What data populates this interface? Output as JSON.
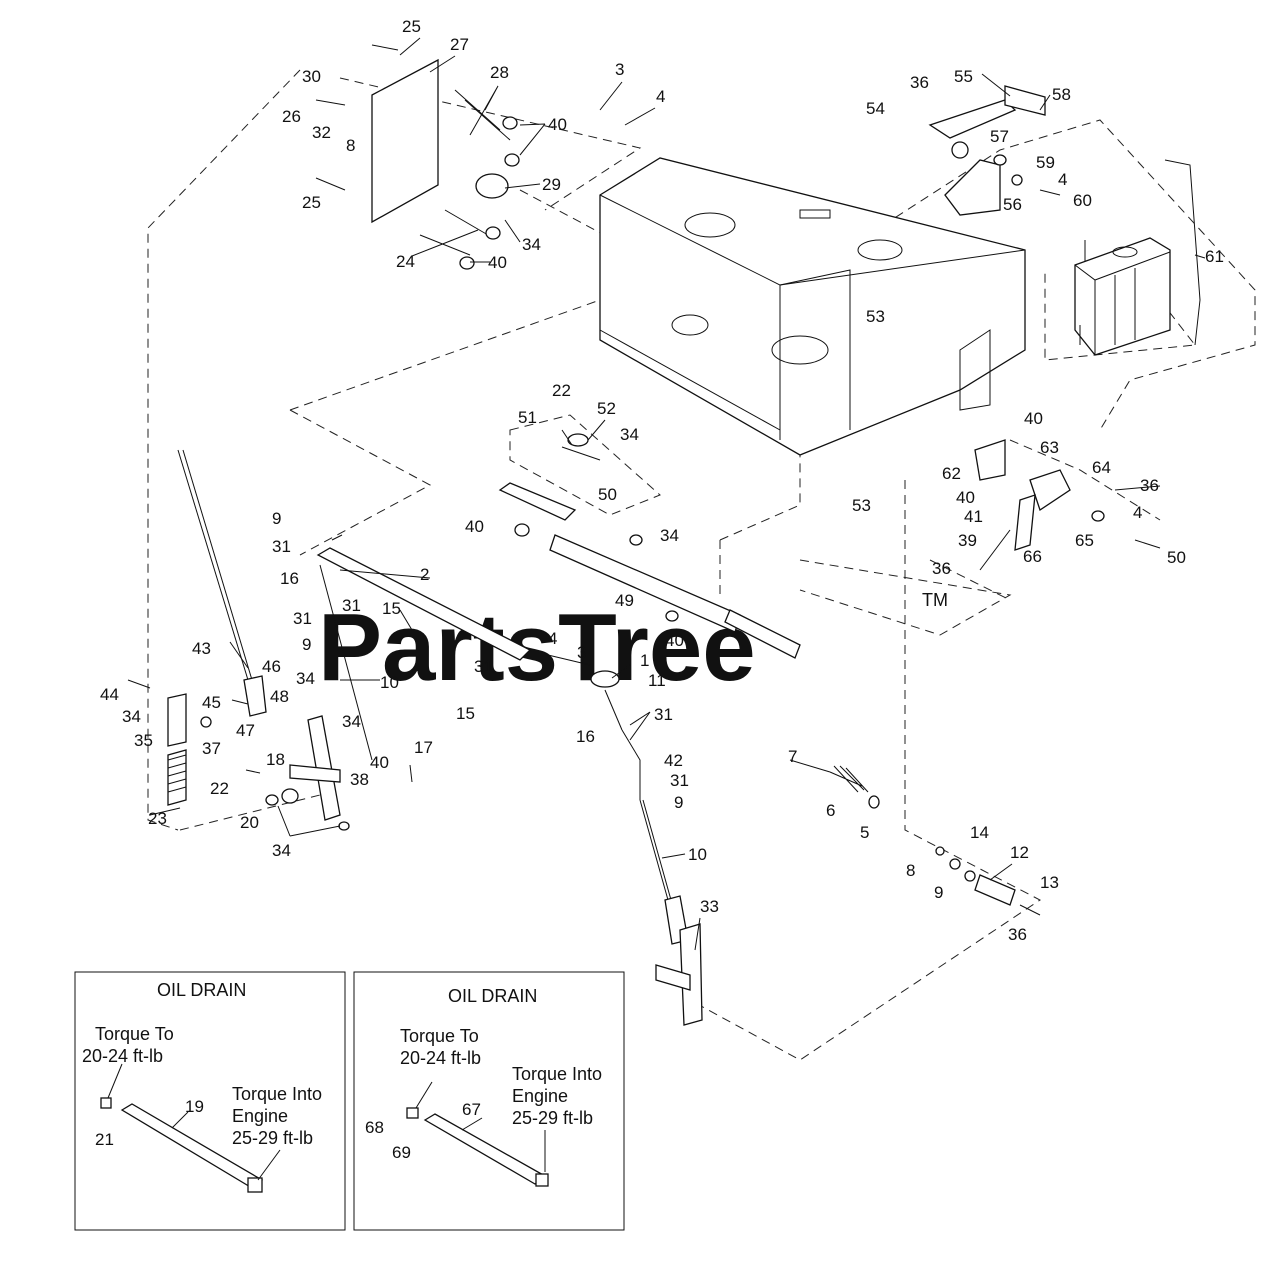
{
  "watermark": {
    "text": "PartsTree",
    "trademark": "TM"
  },
  "callouts": [
    "25",
    "27",
    "30",
    "28",
    "26",
    "32",
    "8",
    "40",
    "25",
    "29",
    "34",
    "24",
    "40",
    "3",
    "4",
    "36",
    "55",
    "58",
    "54",
    "57",
    "59",
    "4",
    "60",
    "56",
    "61",
    "53",
    "22",
    "52",
    "51",
    "34",
    "50",
    "53",
    "40",
    "63",
    "64",
    "62",
    "40",
    "36",
    "41",
    "4",
    "65",
    "50",
    "66",
    "39",
    "36",
    "9",
    "31",
    "16",
    "2",
    "31",
    "15",
    "31",
    "9",
    "40",
    "34",
    "49",
    "40",
    "43",
    "46",
    "44",
    "34",
    "45",
    "47",
    "35",
    "37",
    "48",
    "34",
    "34",
    "10",
    "17",
    "18",
    "40",
    "38",
    "22",
    "23",
    "20",
    "34",
    "31",
    "4",
    "3",
    "1",
    "11",
    "15",
    "31",
    "16",
    "42",
    "31",
    "9",
    "10",
    "33",
    "7",
    "6",
    "5",
    "8",
    "14",
    "9",
    "12",
    "13",
    "36"
  ],
  "insets": [
    {
      "title": "OIL DRAIN",
      "torque_top": [
        "Torque To",
        "20-24 ft-lb"
      ],
      "torque_bottom": [
        "Torque Into",
        "Engine",
        "25-29 ft-lb"
      ],
      "labels": [
        "19",
        "21"
      ]
    },
    {
      "title": "OIL DRAIN",
      "torque_top": [
        "Torque To",
        "20-24 ft-lb"
      ],
      "torque_bottom": [
        "Torque Into",
        "Engine",
        "25-29 ft-lb"
      ],
      "labels": [
        "67",
        "68",
        "69"
      ]
    }
  ]
}
